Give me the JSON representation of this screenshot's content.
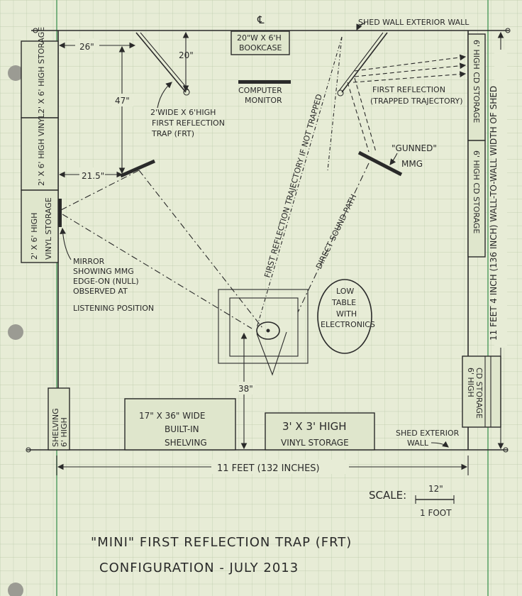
{
  "labels": {
    "centerline": "℄",
    "shed_wall_top": "SHED WALL EXTERIOR WALL",
    "dim_26": "26\"",
    "dim_20": "20\"",
    "dim_47": "47\"",
    "dim_215": "21.5\"",
    "dim_38": "38\"",
    "bookcase_1": "20\"W X 6'H",
    "bookcase_2": "BOOKCASE",
    "monitor_1": "COMPUTER",
    "monitor_2": "MONITOR",
    "frt_1": "2'WIDE X 6'HIGH",
    "frt_2": "FIRST REFLECTION",
    "frt_3": "TRAP (FRT)",
    "fr_trapped_1": "FIRST REFLECTION",
    "fr_trapped_2": "(TRAPPED TRAJECTORY)",
    "gunned_1": "\"GUNNED\"",
    "gunned_2": "MMG",
    "storage_top": "2' X 6' HIGH STORAGE",
    "vinyl_mid": "2' X 6' HIGH VINYL",
    "vinyl_storage_1": "2' X 6' HIGH",
    "vinyl_storage_2": "VINYL STORAGE",
    "mirror_1": "MIRROR",
    "mirror_2": "SHOWING MMG",
    "mirror_3": "EDGE-ON (NULL)",
    "mirror_4": "OBSERVED AT",
    "mirror_5": "LISTENING POSITION",
    "first_refl_not_trapped": "FIRST REFLECTION TRAJECTORY IF NOT TRAPPED",
    "direct_sound": "DIRECT SOUND PATH",
    "low_table_1": "LOW",
    "low_table_2": "TABLE",
    "low_table_3": "WITH",
    "low_table_4": "ELECTRONICS",
    "cd_storage_top": "6' HIGH CD STORAGE",
    "cd_storage_mid": "6' HIGH CD STORAGE",
    "cd_storage_bottom_1": "6' HIGH",
    "cd_storage_bottom_2": "CD STORAGE",
    "shelving_left_1": "SHELVING",
    "shelving_left_2": "6' HIGH",
    "builtin_1": "17\" X 36\" WIDE",
    "builtin_2": "BUILT-IN",
    "builtin_3": "SHELVING",
    "vinyl_3x3_1": "3' X 3' HIGH",
    "vinyl_3x3_2": "VINYL STORAGE",
    "shed_wall_bottom_1": "SHED EXTERIOR",
    "shed_wall_bottom_2": "WALL",
    "width_dim": "11 FEET (132 INCHES)",
    "depth_dim": "11 FEET 4 INCH (136 INCH) WALL-TO-WALL WIDTH OF SHED",
    "scale_label": "SCALE:",
    "scale_12": "12\"",
    "scale_foot": "1 FOOT",
    "title_line1": "\"MINI\" FIRST REFLECTION TRAP (FRT)",
    "title_line2": "CONFIGURATION - JULY 2013"
  }
}
